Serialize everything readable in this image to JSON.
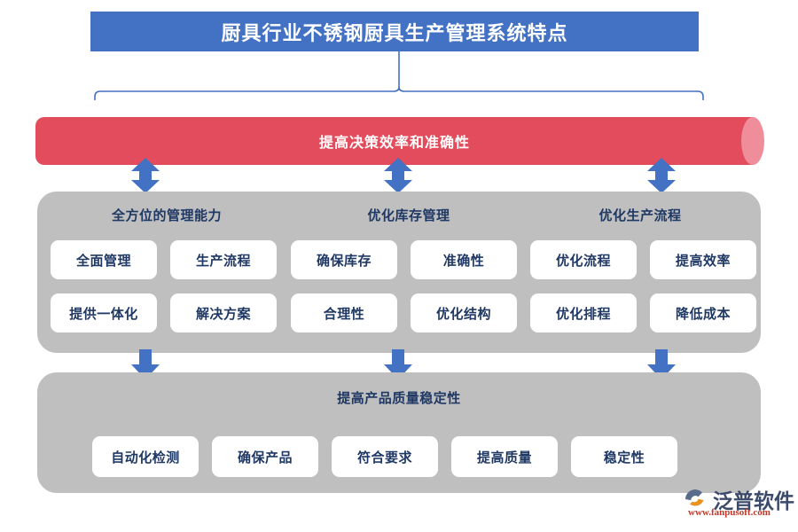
{
  "title": {
    "text": "厨具行业不锈钢厨具生产管理系统特点",
    "bg_color": "#4372C4",
    "text_color": "#FFFFFF"
  },
  "cylinder": {
    "label": "提高决策效率和准确性",
    "color": "#E34C5C",
    "cap_color": "#EF8D9B"
  },
  "colors": {
    "panel_gray": "#BFBFBF",
    "arrow_blue": "#4372C4",
    "chip_text": "#1F3864",
    "chip_bg": "#FFFFFF",
    "bracket": "#4372C4"
  },
  "top_panel": {
    "columns": [
      {
        "header": "全方位的管理能力",
        "chips": [
          "全面管理",
          "生产流程",
          "提供一体化",
          "解决方案"
        ]
      },
      {
        "header": "优化库存管理",
        "chips": [
          "确保库存",
          "准确性",
          "合理性",
          "优化结构"
        ]
      },
      {
        "header": "优化生产流程",
        "chips": [
          "优化流程",
          "提高效率",
          "优化排程",
          "降低成本"
        ]
      }
    ],
    "chips_row1": [
      "全面管理",
      "生产流程",
      "确保库存",
      "准确性",
      "优化流程",
      "提高效率"
    ],
    "chips_row2": [
      "提供一体化",
      "解决方案",
      "合理性",
      "优化结构",
      "优化排程",
      "降低成本"
    ]
  },
  "bottom_panel": {
    "title": "提高产品质量稳定性",
    "chips": [
      "自动化检测",
      "确保产品",
      "符合要求",
      "提高质量",
      "稳定性"
    ]
  },
  "logo": {
    "word": "泛普软件",
    "url": "www.fanpusoft.com"
  },
  "watermark": {
    "text": "泛普软件"
  }
}
